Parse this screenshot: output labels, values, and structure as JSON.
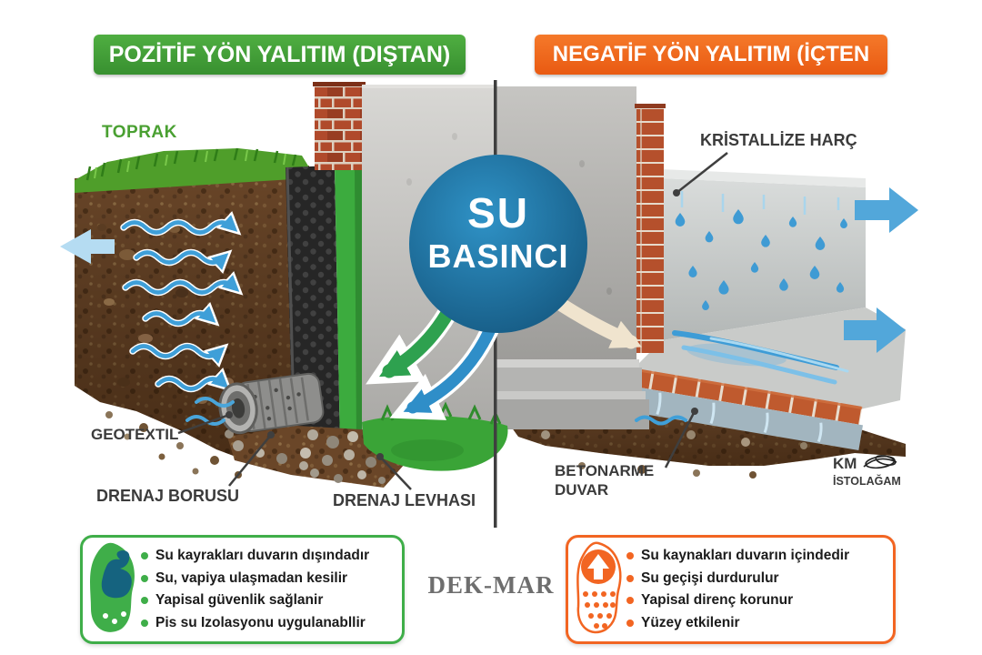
{
  "banners": {
    "positive": "POZİTİF YÖN YALITIM (DIŞTAN)",
    "negative": "NEGATİF YÖN YALITIM (İÇTEN"
  },
  "pressure_circle": {
    "line1": "SU",
    "line2": "BASINCI"
  },
  "diagram_labels": {
    "toprak": "TOPRAK",
    "kristallize_harc": "KRİSTALLİZE HARÇ",
    "geotextil": "GEOTEXTIL",
    "drenaj_borusu": "DRENAJ BORUSU",
    "drenaj_levhasi": "DRENAJ LEVHASI",
    "betonarme_line1": "BETONARME",
    "betonarme_line2": "DUVAR",
    "km_line1": "KM",
    "km_line2": "İSTOLAĞAM"
  },
  "watermark": "DEK-MAR",
  "positive_box": {
    "items": [
      "Su kayrakları duvarın dışındadır",
      "Su, vapiya ulaşmadan kesilir",
      "Yapisal güvenlik sağlanir",
      "Pis su Izolasyonu uygulanabllir"
    ]
  },
  "negative_box": {
    "items": [
      "Su kaynakları duvarın içindedir",
      "Su geçişi durdurulur",
      "Yapisal direnç korunur",
      "Yüzey etkilenir"
    ]
  },
  "colors": {
    "green": "#3fae49",
    "orange": "#f26522",
    "blue": "#1f7db3"
  }
}
